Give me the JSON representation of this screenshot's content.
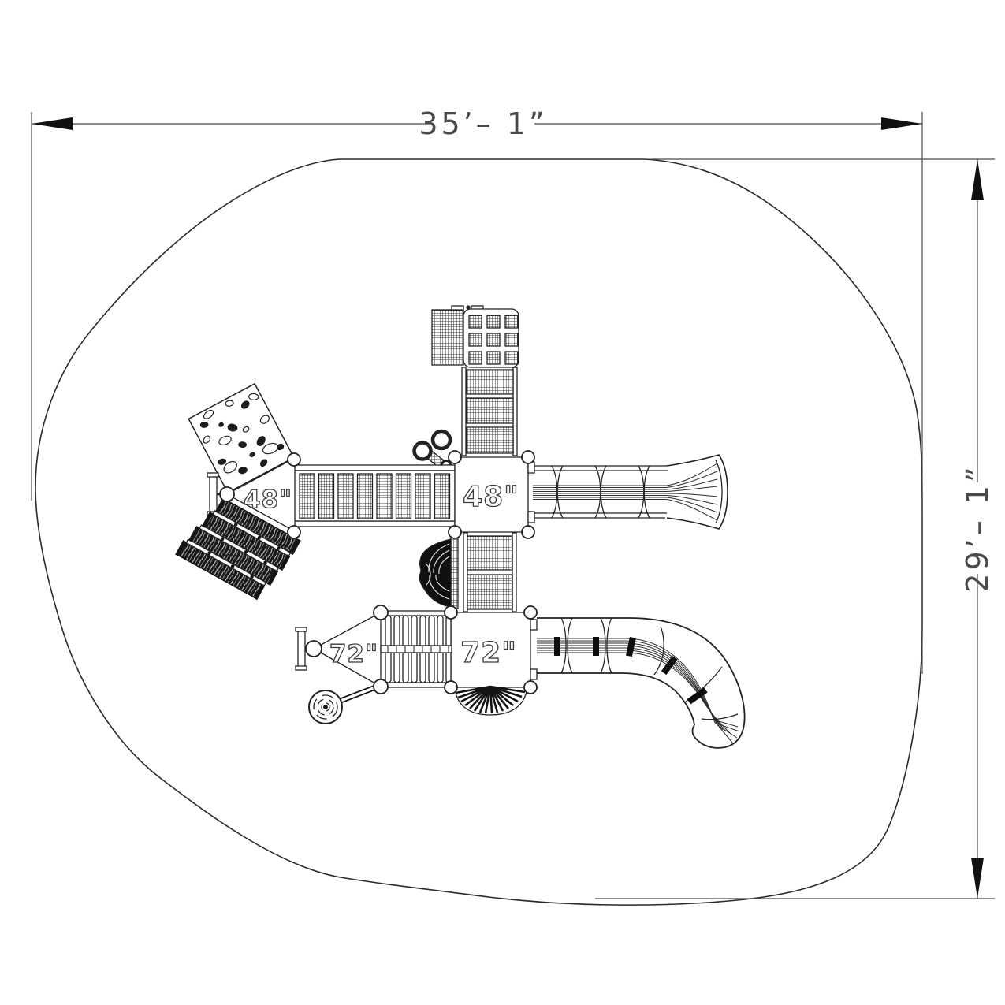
{
  "drawing": {
    "type": "playground-equipment-plan-view",
    "units": "feet-inches"
  },
  "dimensions": {
    "width_label": "35’– 1”",
    "height_label": "29’– 1”"
  },
  "decks": {
    "square_48": "48\"",
    "triangle_48": "48\"",
    "square_72": "72\"",
    "triangle_72": "72\""
  },
  "equipment": [
    "shade-roof-3x3",
    "roof-side-panel",
    "entry-ramp",
    "clatter-bridge",
    "rock-climbing-wall",
    "steering-wheel",
    "log-stack-climber",
    "binocular-panel",
    "transfer-stairs",
    "bumpy-dome-climber",
    "straight-slide",
    "curved-slide",
    "fan-climber",
    "overhead-rung-ladder",
    "steering-wheel-lower",
    "spiral-spinner"
  ],
  "colors": {
    "line": "#2b2b2b",
    "dimension": "#4a4a4a",
    "dark_fill": "#141414",
    "background": "#ffffff"
  }
}
